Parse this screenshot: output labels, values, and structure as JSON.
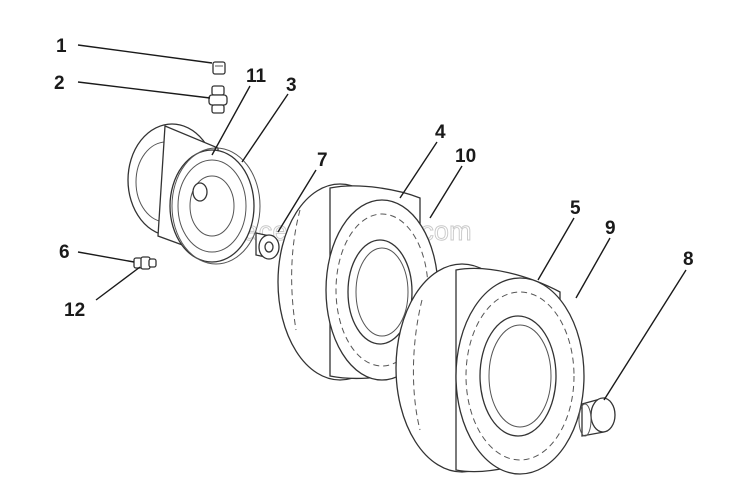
{
  "callouts": {
    "c1": "1",
    "c2": "2",
    "c3": "3",
    "c4": "4",
    "c5": "5",
    "c6": "6",
    "c7": "7",
    "c8": "8",
    "c9": "9",
    "c10": "10",
    "c11": "11",
    "c12": "12"
  },
  "watermark": "eReplacementParts.com"
}
